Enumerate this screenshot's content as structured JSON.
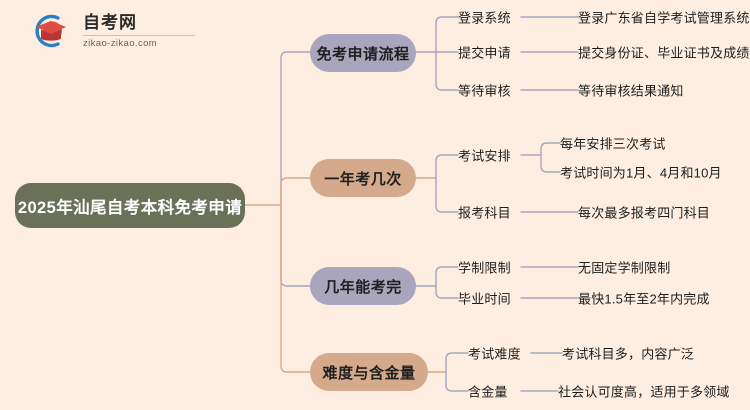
{
  "logo": {
    "brand_cn": "自考网",
    "brand_en": "zikao-zikao.com",
    "icon": "graduation-cap-logo",
    "colors": {
      "ring": "#2b7fc4",
      "cap": "#d23f3f",
      "cap_dark": "#a82b2b"
    }
  },
  "palette": {
    "background": "#fdeee1",
    "root_node": "#6b7159",
    "node_purple": "#a8a5bc",
    "node_tan": "#d5a98c",
    "edge_purple": "#a8a5bc",
    "edge_tan": "#d5a98c",
    "text_dark": "#1d1d1d",
    "text_light": "#ffffff"
  },
  "mindmap": {
    "root": "2025年汕尾自考本科免考申请",
    "branches": [
      {
        "label": "免考申请流程",
        "color": "purple",
        "children": [
          {
            "label": "登录系统",
            "children": [
              {
                "label": "登录广东省自学考试管理系统"
              }
            ]
          },
          {
            "label": "提交申请",
            "children": [
              {
                "label": "提交身份证、毕业证书及成绩单"
              }
            ]
          },
          {
            "label": "等待审核",
            "children": [
              {
                "label": "等待审核结果通知"
              }
            ]
          }
        ]
      },
      {
        "label": "一年考几次",
        "color": "tan",
        "children": [
          {
            "label": "考试安排",
            "children": [
              {
                "label": "每年安排三次考试"
              },
              {
                "label": "考试时间为1月、4月和10月"
              }
            ]
          },
          {
            "label": "报考科目",
            "children": [
              {
                "label": "每次最多报考四门科目"
              }
            ]
          }
        ]
      },
      {
        "label": "几年能考完",
        "color": "purple",
        "children": [
          {
            "label": "学制限制",
            "children": [
              {
                "label": "无固定学制限制"
              }
            ]
          },
          {
            "label": "毕业时间",
            "children": [
              {
                "label": "最快1.5年至2年内完成"
              }
            ]
          }
        ]
      },
      {
        "label": "难度与含金量",
        "color": "tan",
        "children": [
          {
            "label": "考试难度",
            "children": [
              {
                "label": "考试科目多，内容广泛"
              }
            ]
          },
          {
            "label": "含金量",
            "children": [
              {
                "label": "社会认可度高，适用于多领域"
              }
            ]
          }
        ]
      }
    ]
  }
}
